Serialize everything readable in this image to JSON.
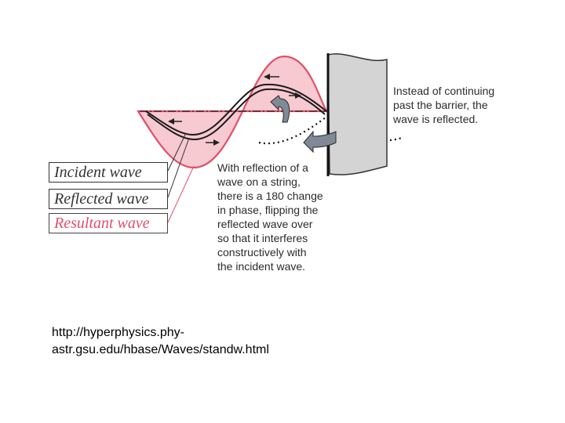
{
  "notes": {
    "barrier": "Instead of continuing\npast the barrier, the\nwave is reflected.",
    "reflection": "With reflection of a\nwave on a string,\nthere is a 180 change\nin phase, flipping the\nreflected wave over\nso that it interferes\nconstructively with\nthe incident wave."
  },
  "legend": {
    "incident": "Incident wave",
    "reflected": "Reflected wave",
    "resultant": "Resultant wave"
  },
  "source_url": "http://hyperphysics.phy-\nastr.gsu.edu/hbase/Waves/standw.html",
  "colors": {
    "resultant_fill": "#f7c9d0",
    "resultant_stroke": "#e0506a",
    "wave_stroke": "#1a1a1a",
    "barrier_fill": "#d4d4d4",
    "curved_arrow": "#808a96"
  },
  "icons": [
    "right-arrow-icon",
    "left-arrow-icon",
    "curved-arrow-icon"
  ]
}
